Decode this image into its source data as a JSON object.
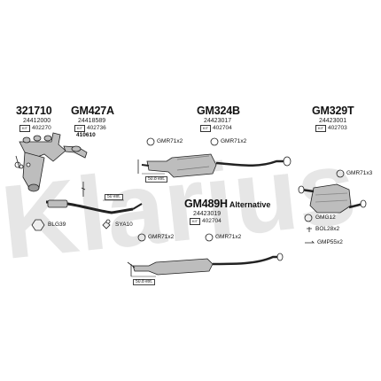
{
  "watermark": "Klarius",
  "parts": [
    {
      "number": "321710",
      "code": "24412000",
      "ref": "402270"
    },
    {
      "number": "GM427A",
      "code": "24418589",
      "ref": "402736"
    },
    {
      "number": "GM324B",
      "code": "24423017",
      "ref": "402704"
    },
    {
      "number": "GM329T",
      "code": "24423001",
      "ref": "402703"
    }
  ],
  "alt_part": {
    "number": "GM489H",
    "tag": "Alternative",
    "code": "24423019",
    "ref": "402704"
  },
  "fittings": {
    "f410610": "410610",
    "gmr_top_1": "GMR71x2",
    "gmr_top_2": "GMR71x2",
    "gmr_rear": "GMR71x3",
    "gmr_mid_1": "GMR71x2",
    "gmr_mid_2": "GMR71x2",
    "blg39": "BLG39",
    "sya10": "SYA10",
    "gmg12": "GMG12",
    "bol28": "BOL28x2",
    "gmp55": "GMP55x2"
  },
  "dims": {
    "d1": "50 ext.",
    "d2": "50.8 ext.",
    "d3": "50.8 ext."
  },
  "colors": {
    "watermark": "#e6e6e6",
    "stroke": "#222222",
    "part_fill": "#bdbdbd"
  }
}
